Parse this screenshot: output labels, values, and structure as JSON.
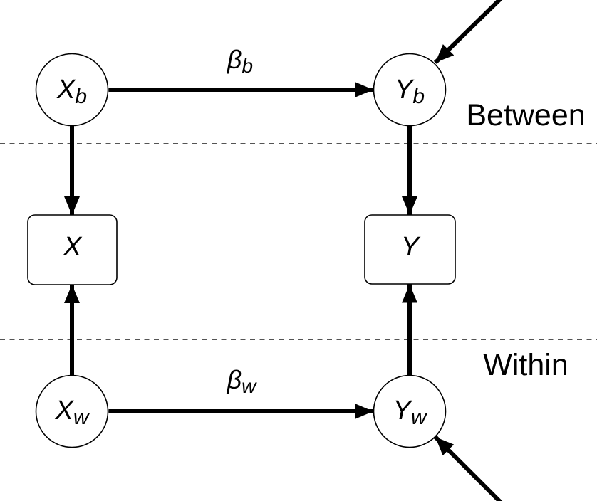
{
  "diagram": {
    "section_labels": {
      "between": "Between",
      "within": "Within"
    },
    "latent_nodes": {
      "xb": {
        "main": "X",
        "sub": "b"
      },
      "yb": {
        "main": "Y",
        "sub": "b"
      },
      "xw": {
        "main": "X",
        "sub": "w"
      },
      "yw": {
        "main": "Y",
        "sub": "w"
      }
    },
    "observed_nodes": {
      "x": {
        "main": "X"
      },
      "y": {
        "main": "Y"
      }
    },
    "path_labels": {
      "beta_b": {
        "main": "β",
        "sub": "b"
      },
      "beta_w": {
        "main": "β",
        "sub": "w"
      }
    },
    "colors": {
      "stroke": "#000000",
      "background": "#ffffff",
      "dashed_separator": "#3d3d3d"
    }
  }
}
